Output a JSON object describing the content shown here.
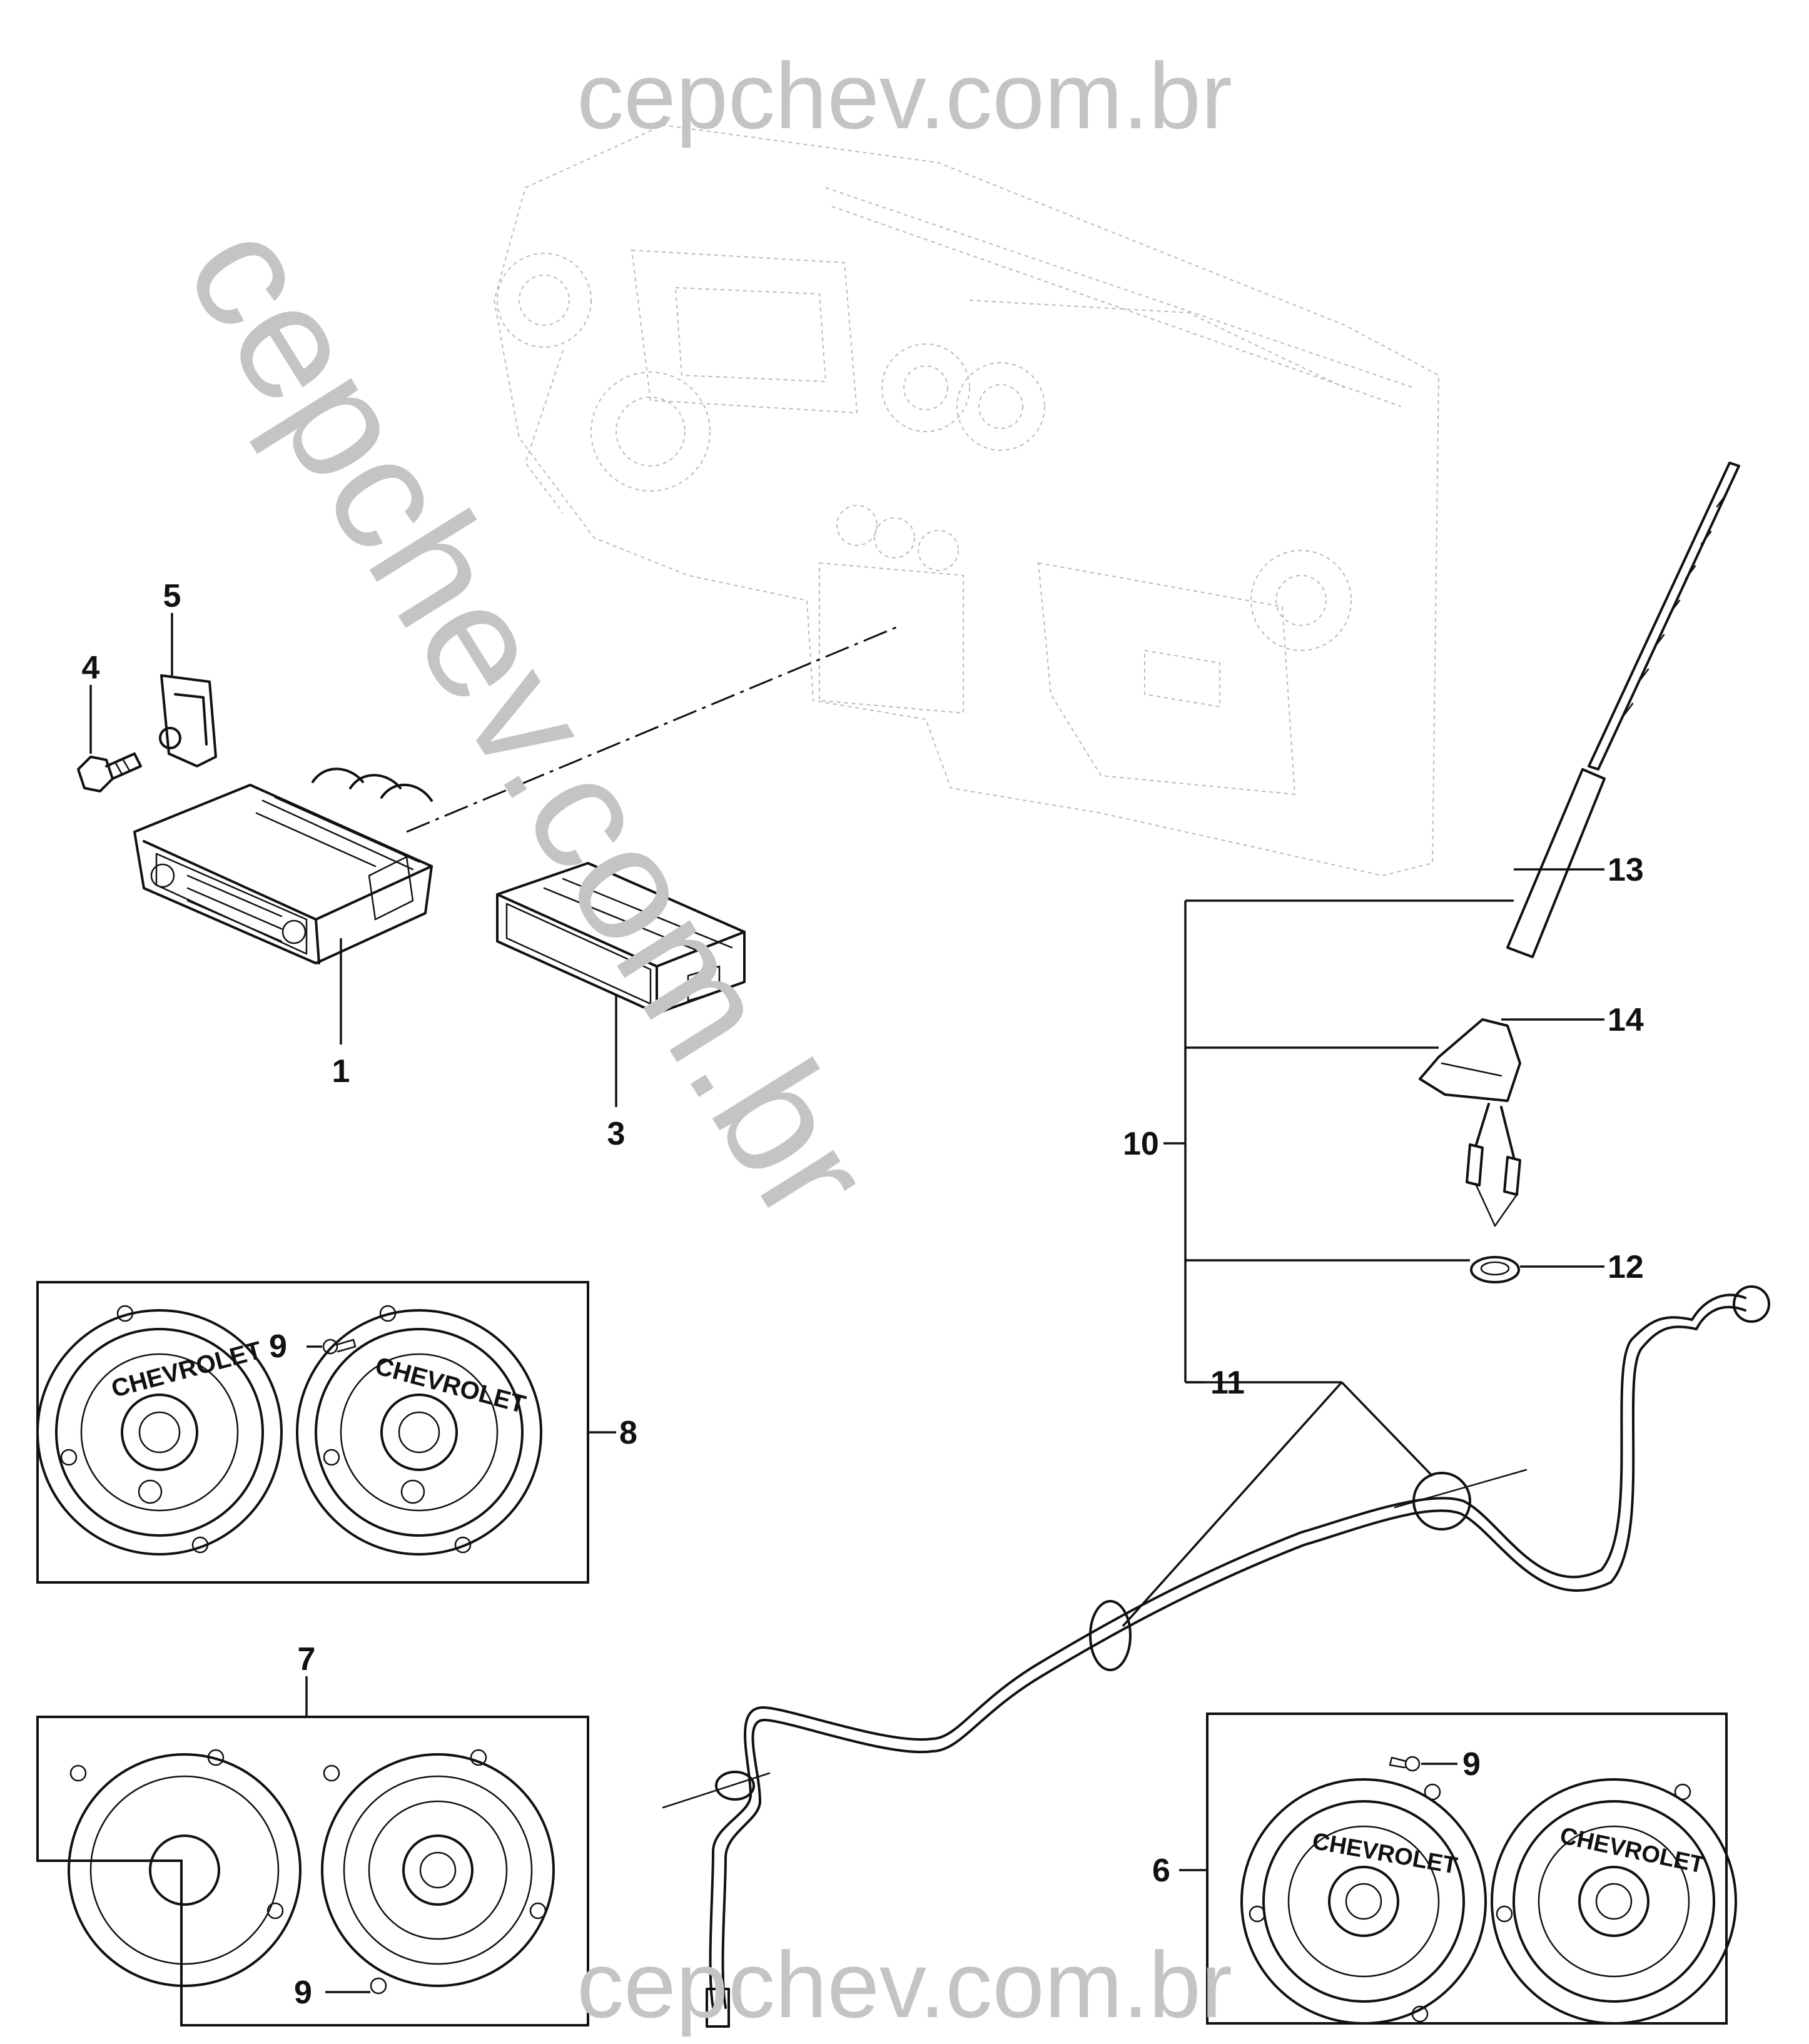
{
  "watermark": {
    "top": "cepchev.com.br",
    "diagonal": "cepchev.com.br",
    "bottom": "cepchev.com.br"
  },
  "speaker_brand": "CHEVROLET",
  "callouts": {
    "c1": "1",
    "c3": "3",
    "c4": "4",
    "c5": "5",
    "c6": "6",
    "c7": "7",
    "c8": "8",
    "c9a": "9",
    "c9b": "9",
    "c9c": "9",
    "c10": "10",
    "c11": "11",
    "c12": "12",
    "c13": "13",
    "c14": "14"
  }
}
